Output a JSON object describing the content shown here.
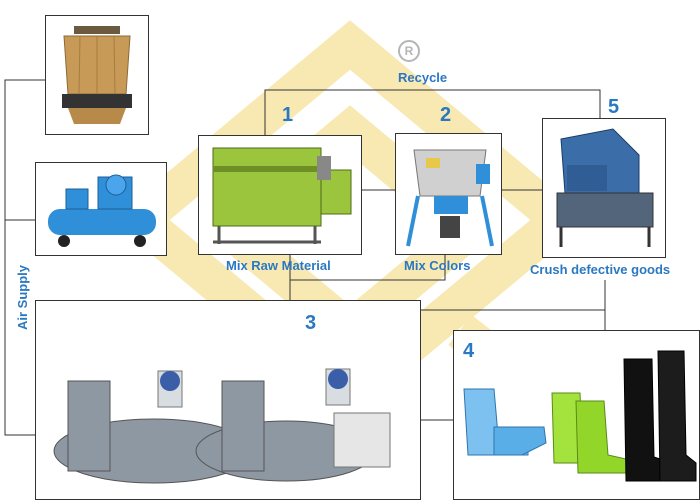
{
  "diagram": {
    "registered_mark": "R",
    "labels": {
      "recycle": "Recycle",
      "air_supply": "Air Supply",
      "mix_raw": "Mix Raw Material",
      "mix_colors": "Mix Colors",
      "crush": "Crush defective goods"
    },
    "steps": [
      "1",
      "2",
      "3",
      "4",
      "5"
    ],
    "colors": {
      "accent": "#2b78c2",
      "watermark": "#f7e6a6",
      "machine_green": "#9bc53d",
      "machine_blue": "#2f8fd8",
      "tower_tan": "#c79a58",
      "line": "#333333"
    },
    "icons": {
      "tower": "cooling-tower-icon",
      "compressor": "air-compressor-icon",
      "mixer": "mixer-machine-icon",
      "color_mixer": "color-mixer-icon",
      "crusher": "crusher-machine-icon",
      "injection": "injection-machine-icon",
      "boots": "rain-boots-icon"
    }
  }
}
